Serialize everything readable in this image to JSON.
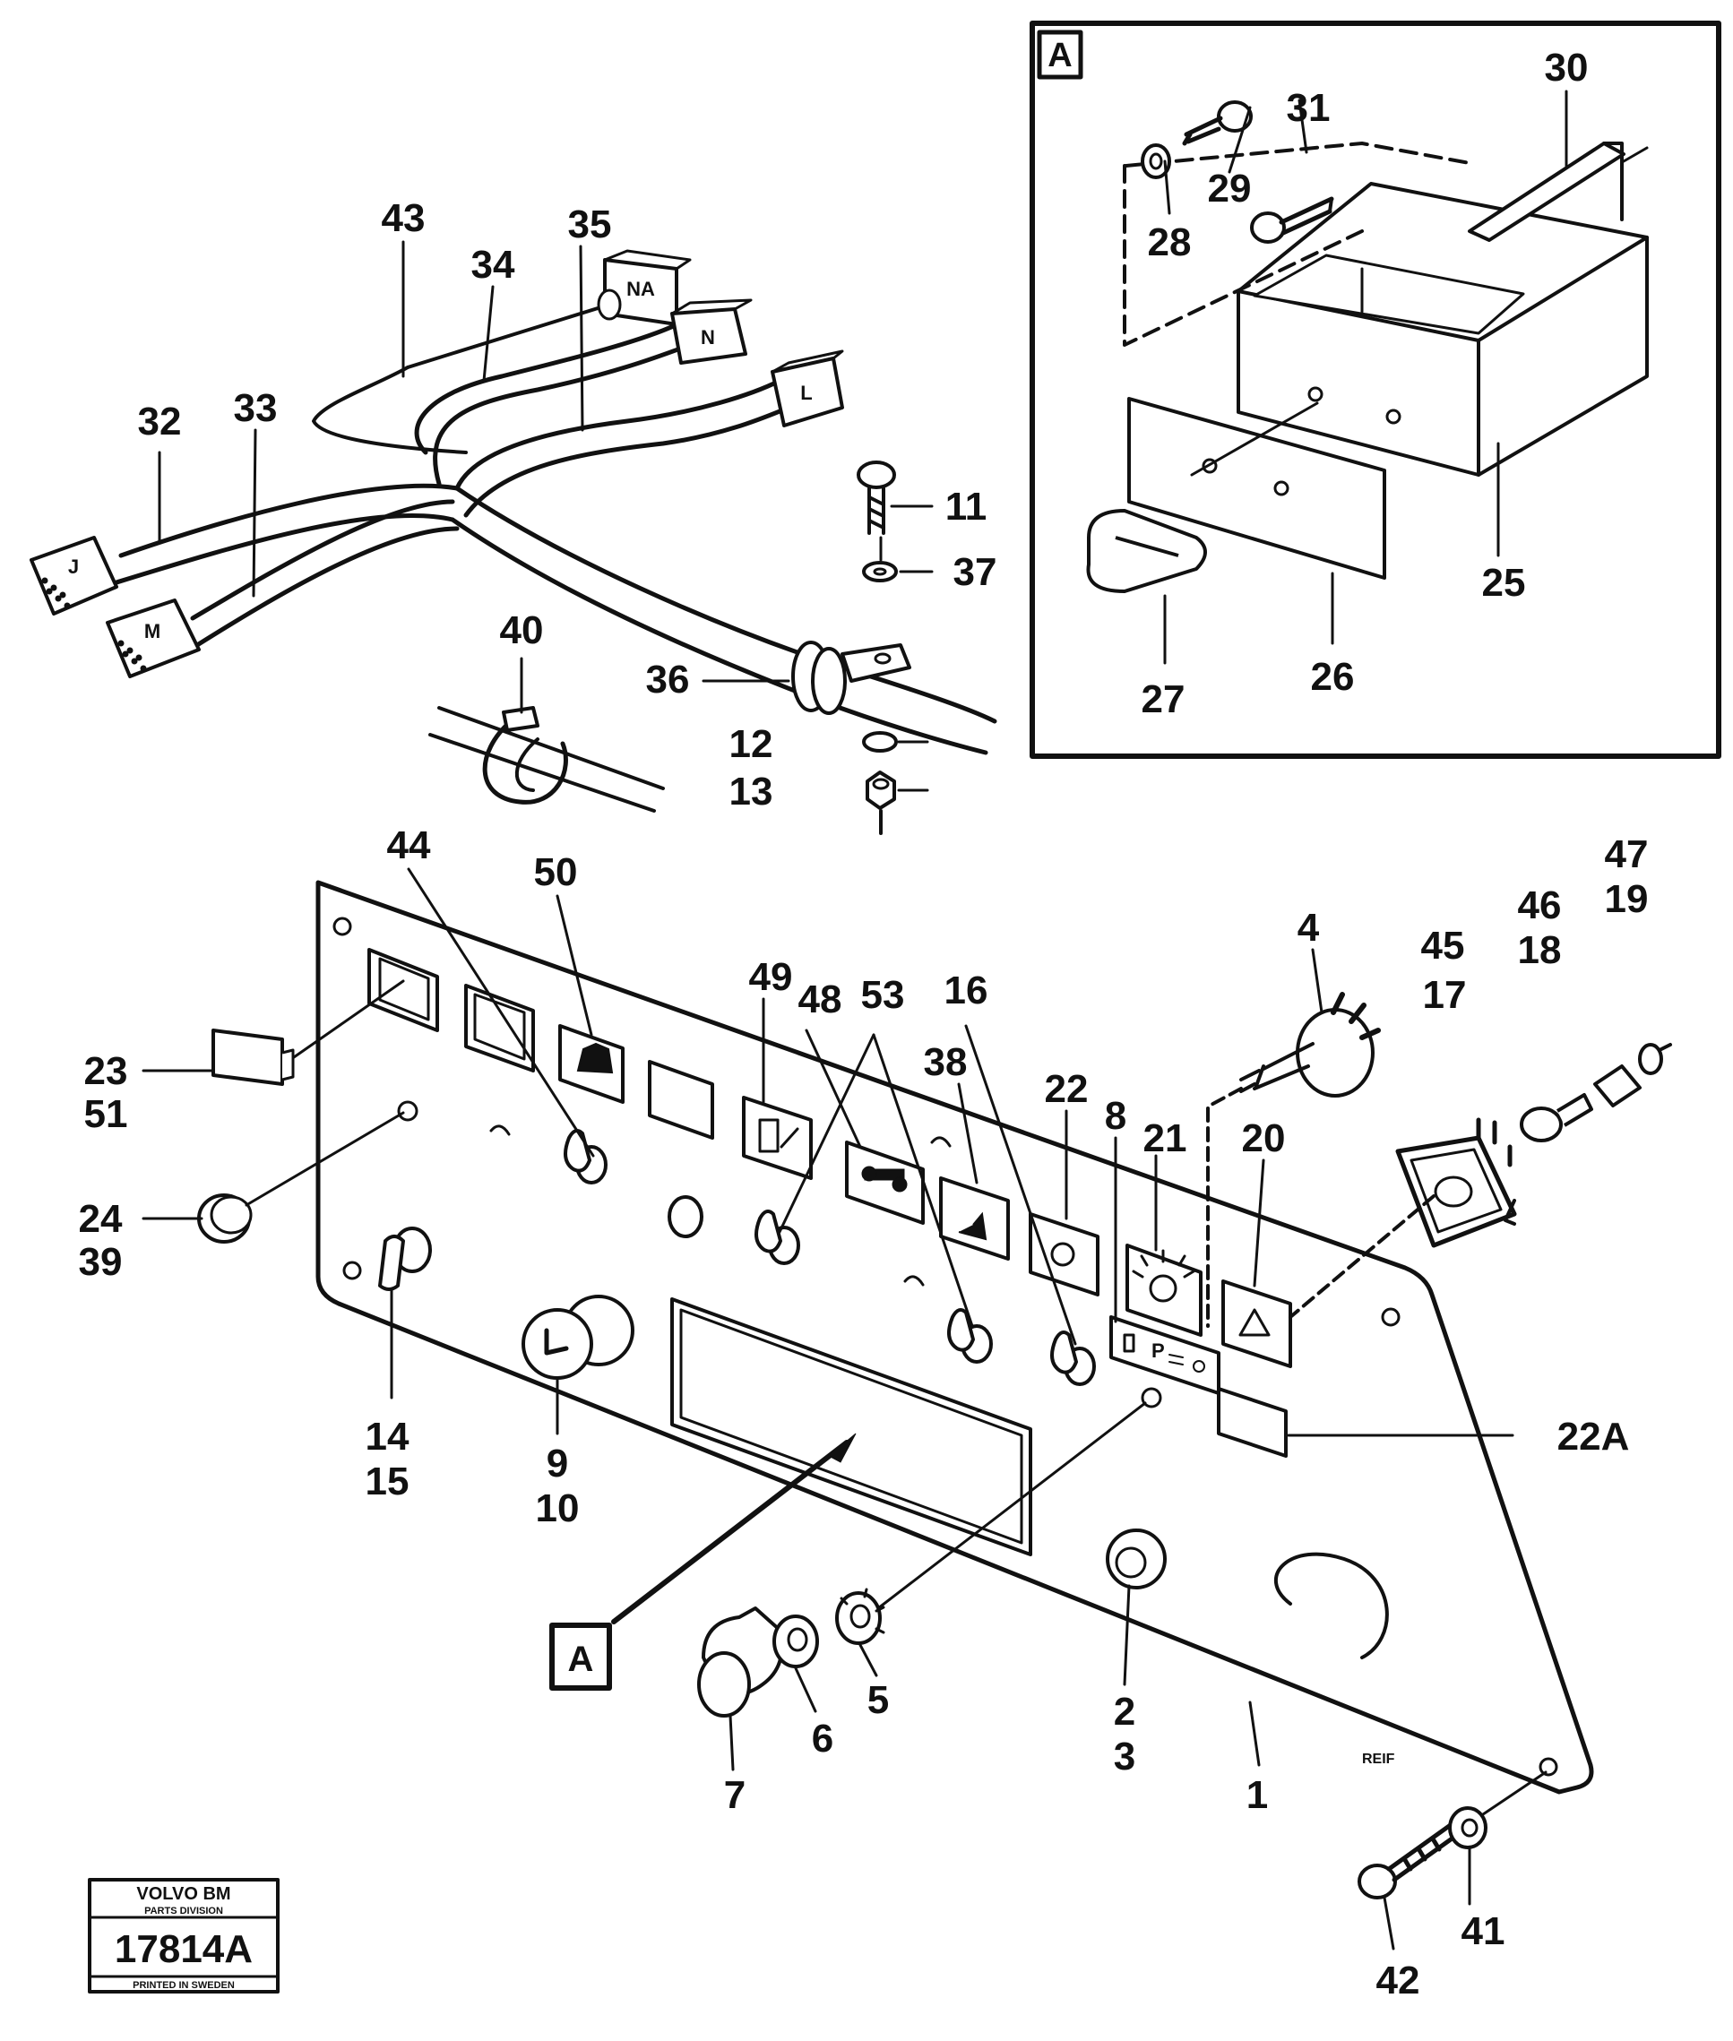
{
  "callouts": {
    "n1": "1",
    "n2": "2",
    "n3": "3",
    "n4": "4",
    "n5": "5",
    "n6": "6",
    "n7": "7",
    "n8": "8",
    "n9": "9",
    "n10": "10",
    "n11": "11",
    "n12": "12",
    "n13": "13",
    "n14": "14",
    "n15": "15",
    "n16": "16",
    "n17": "17",
    "n18": "18",
    "n19": "19",
    "n20": "20",
    "n21": "21",
    "n22": "22",
    "n22a": "22A",
    "n23": "23",
    "n24": "24",
    "n25": "25",
    "n26": "26",
    "n27": "27",
    "n28": "28",
    "n29": "29",
    "n30": "30",
    "n31": "31",
    "n32": "32",
    "n33": "33",
    "n34": "34",
    "n35": "35",
    "n36": "36",
    "n37": "37",
    "n38": "38",
    "n39": "39",
    "n40": "40",
    "n41": "41",
    "n42": "42",
    "n43": "43",
    "n44": "44",
    "n45": "45",
    "n46": "46",
    "n47": "47",
    "n48": "48",
    "n49": "49",
    "n50": "50",
    "n51": "51",
    "n53": "53"
  },
  "inset": {
    "label": "A"
  },
  "view_marker": {
    "label": "A"
  },
  "connectors": {
    "na": "NA",
    "n": "N",
    "l": "L",
    "j": "J",
    "m": "M"
  },
  "panel": {
    "marking": "REIF",
    "light_switch_legend": "P"
  },
  "stamp": {
    "brand": "VOLVO BM",
    "division": "PARTS DIVISION",
    "drawing_number": "17814A",
    "printed": "PRINTED IN SWEDEN"
  }
}
